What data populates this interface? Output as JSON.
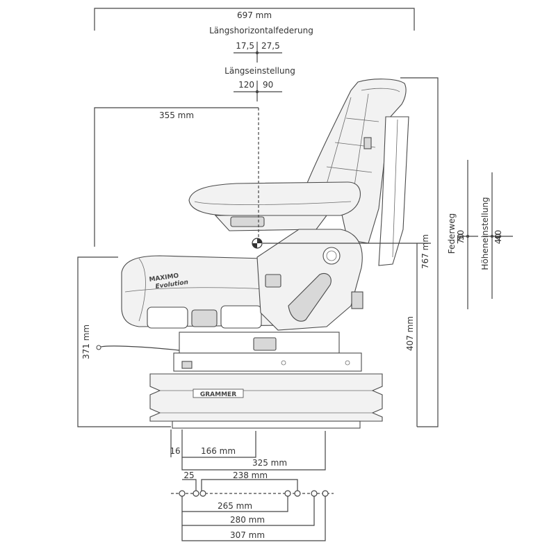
{
  "dimensions": {
    "overall_width": "697 mm",
    "horizontal_suspension_title": "Längshorizontalfederung",
    "horizontal_suspension_left": "17,5",
    "horizontal_suspension_right": "27,5",
    "fore_aft_title": "Längseinstellung",
    "fore_aft_left": "120",
    "fore_aft_right": "90",
    "sip_distance": "355 mm",
    "overall_height": "767 mm",
    "seat_height_front": "371 mm",
    "seat_height_rear": "407 mm",
    "suspension_travel_title": "Federweg",
    "suspension_travel_left": "50",
    "suspension_travel_right": "70",
    "height_adjust_title": "Höheneinstellung",
    "height_adjust_left": "40",
    "height_adjust_right": "40",
    "base_offset": "16",
    "base_to_sip": "166 mm",
    "base_depth": "325 mm",
    "hole_offset": "25",
    "hole_spacing_a": "238 mm",
    "hole_spacing_b": "265 mm",
    "hole_spacing_c": "280 mm",
    "hole_spacing_d": "307 mm"
  },
  "labels": {
    "brand_logo": "GRAMMER",
    "seat_model_line1": "MAXIMO",
    "seat_model_line2": "Evolution"
  }
}
